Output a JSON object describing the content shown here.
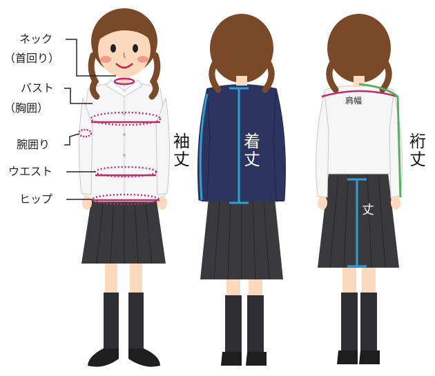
{
  "labels": {
    "neck": "ネック",
    "neck_sub": "（首回り）",
    "bust": "バスト",
    "bust_sub": "（胸囲）",
    "arm": "腕囲り",
    "waist": "ウエスト",
    "hip": "ヒップ",
    "sleeve": "袖丈",
    "jacket_length": "着丈",
    "shoulder_width": "肩幅",
    "yuki": "裄丈",
    "skirt_length": "丈"
  },
  "colors": {
    "measure_pink": "#c0296a",
    "measure_blue": "#2f9fd8",
    "measure_green": "#55b060",
    "hair": "#7a4a28",
    "skin": "#fbd9bd",
    "blazer": "#2b3560",
    "skirt": "#3a3a3c",
    "shirt": "#f6f6f6",
    "socks": "#2f2f31"
  }
}
